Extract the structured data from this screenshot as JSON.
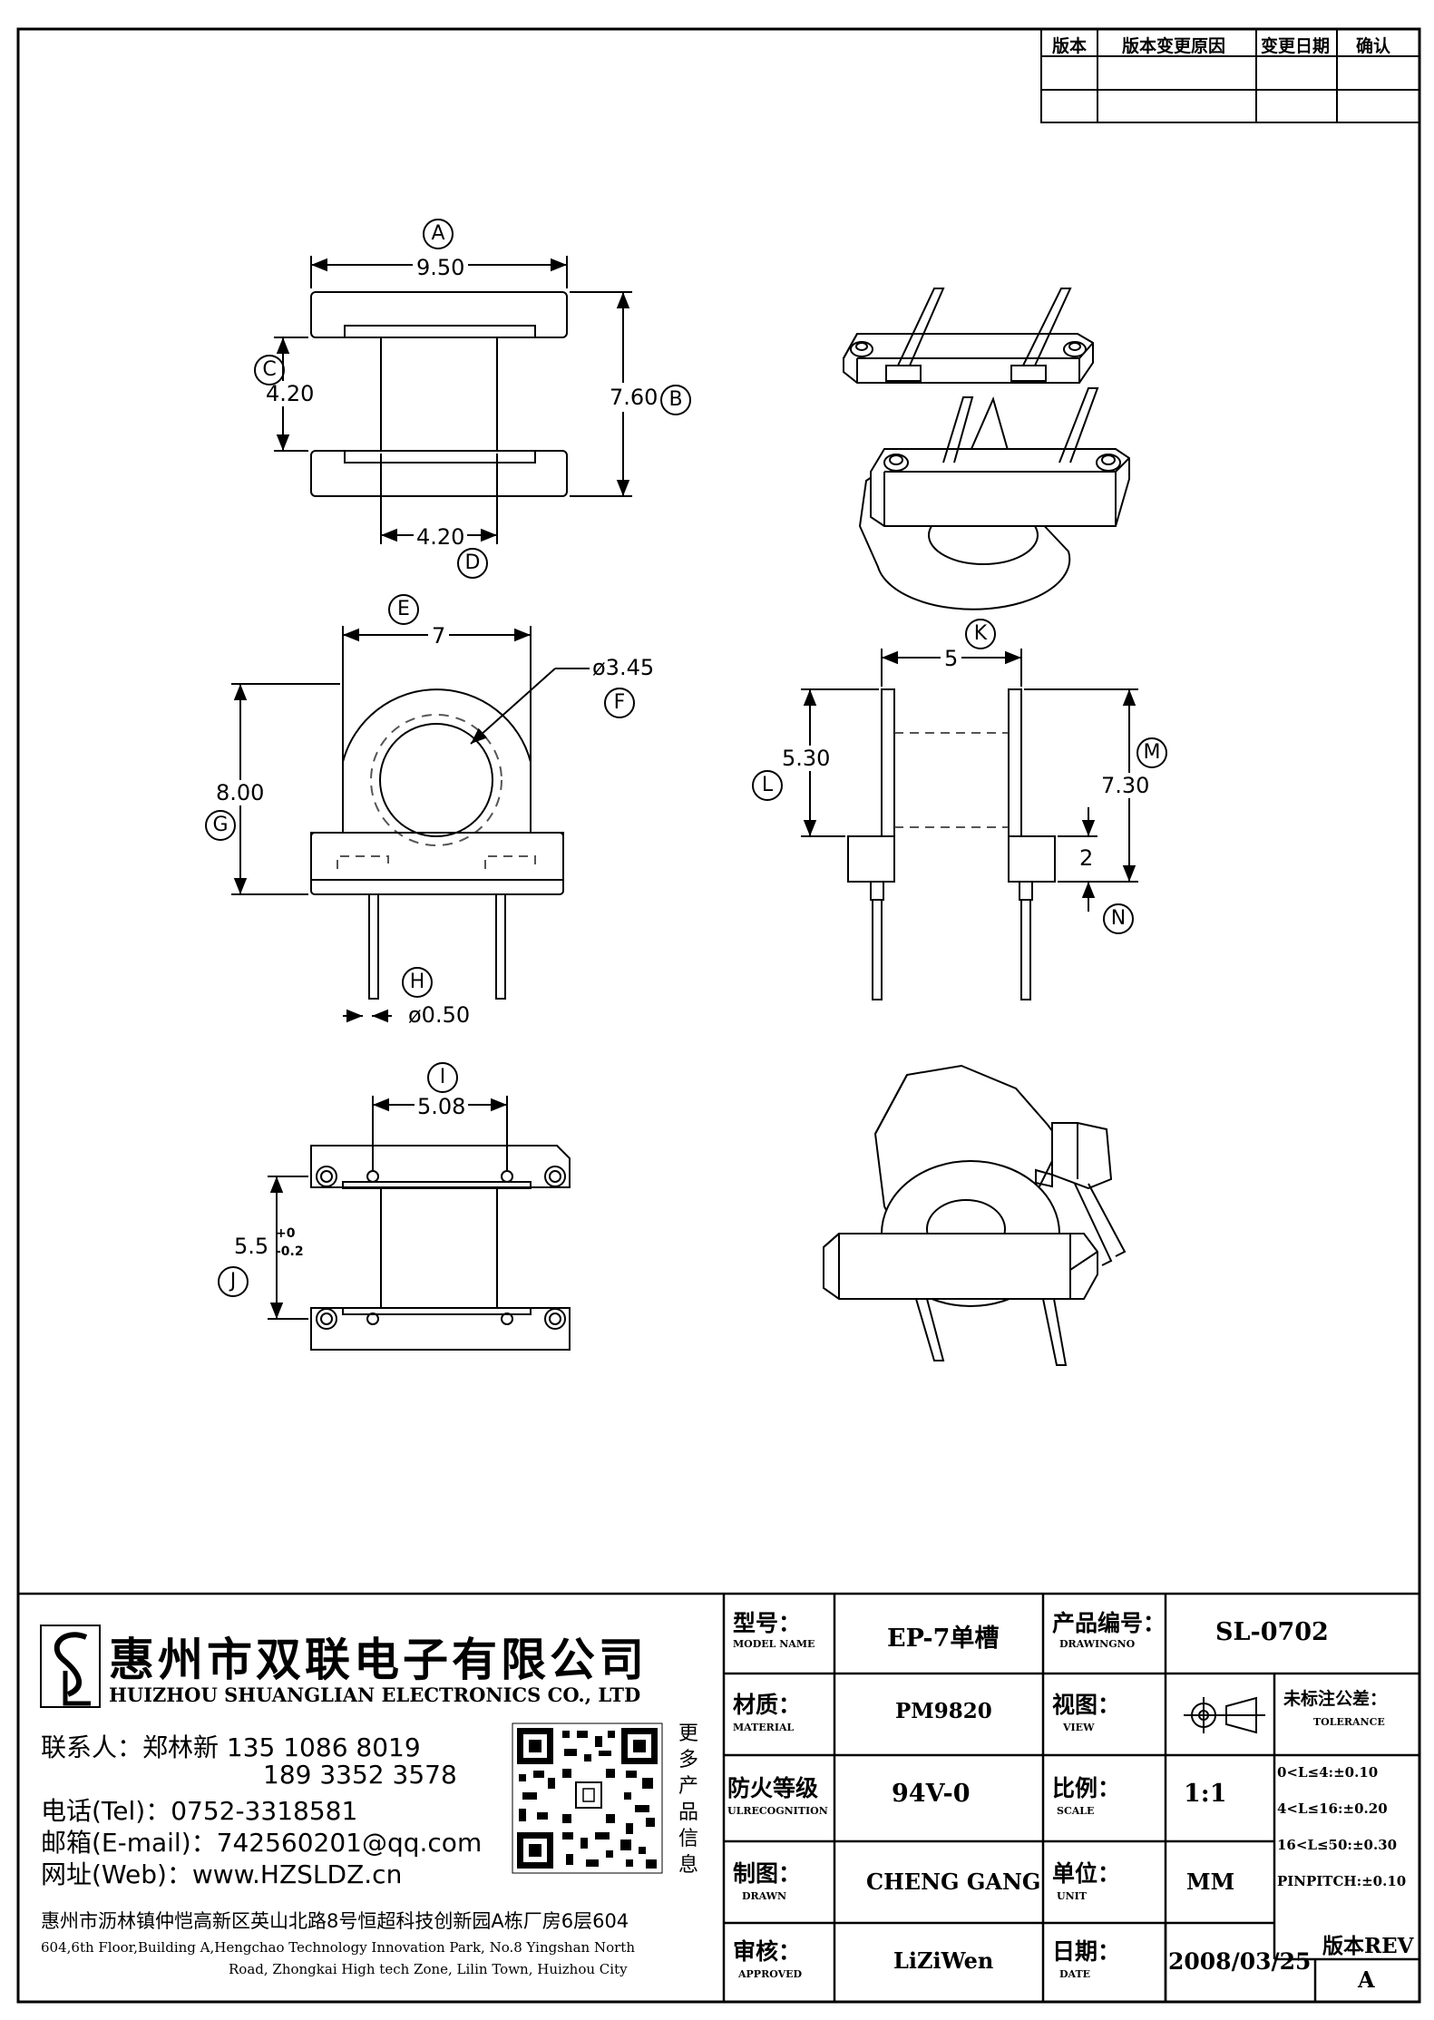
{
  "revision_table": {
    "headers": [
      "版本",
      "版本变更原因",
      "变更日期",
      "确认"
    ]
  },
  "dims": {
    "a_val": "9.50",
    "b_val": "7.60",
    "c_val": "4.20",
    "d_val": "4.20",
    "e_val": "7",
    "f_val": "ø3.45",
    "g_val": "8.00",
    "h_val": "ø0.50",
    "i_val": "5.08",
    "j_val": "5.5",
    "j_tol_up": "+0",
    "j_tol_dn": "-0.2",
    "k_val": "5",
    "m_val": "7.30",
    "l_val": "5.30",
    "n_val": "2"
  },
  "markers": [
    "A",
    "B",
    "C",
    "D",
    "E",
    "F",
    "G",
    "H",
    "I",
    "J",
    "K",
    "L",
    "M",
    "N"
  ],
  "company": {
    "name_cn": "惠州市双联电子有限公司",
    "name_en": "HUIZHOU SHUANGLIAN ELECTRONICS CO., LTD",
    "contact_line": "联系人：郑林新  135 1086 8019",
    "contact_line2": "189 3352 3578",
    "tel": "电话(Tel)：0752-3318581",
    "email": "邮箱(E-mail)：742560201@qq.com",
    "web": "网址(Web)：www.HZSLDZ.cn",
    "more": [
      "更",
      "多",
      "产",
      "品",
      "信",
      "息"
    ],
    "address_cn": "惠州市沥林镇仲恺高新区英山北路8号恒超科技创新园A栋厂房6层604",
    "address_en_1": "604,6th Floor,Building A,Hengchao Technology Innovation Park, No.8 Yingshan North",
    "address_en_2": "Road, Zhongkai High tech Zone, Lilin Town, Huizhou City"
  },
  "title_block": {
    "model_label": "型号：",
    "model_sub": "MODEL NAME",
    "model_value": "EP-7单槽",
    "drawing_label": "产品编号：",
    "drawing_sub": "DRAWINGNO",
    "drawing_value": "SL-0702",
    "material_label": "材质：",
    "material_sub": "MATERIAL",
    "material_value": "PM9820",
    "view_label": "视图：",
    "view_sub": "VIEW",
    "fire_label": "防火等级",
    "fire_sub": "ULRECOGNITION",
    "fire_value": "94V-0",
    "scale_label": "比例：",
    "scale_sub": "SCALE",
    "scale_value": "1:1",
    "drawn_label": "制图：",
    "drawn_sub": "DRAWN",
    "drawn_value": "CHENG GANG",
    "unit_label": "单位：",
    "unit_sub": "UNIT",
    "unit_value": "MM",
    "approved_label": "审核：",
    "approved_sub": "APPROVED",
    "approved_value": "LiZiWen",
    "date_label": "日期：",
    "date_sub": "DATE",
    "date_value": "2008/03/25",
    "rev_label": "版本REV",
    "rev_value": "A",
    "tolerance_label": "未标注公差：",
    "tolerance_sub": "TOLERANCE",
    "tolerances": [
      "0<L≤4:±0.10",
      "4<L≤16:±0.20",
      "16<L≤50:±0.30",
      "PINPITCH:±0.10"
    ]
  }
}
